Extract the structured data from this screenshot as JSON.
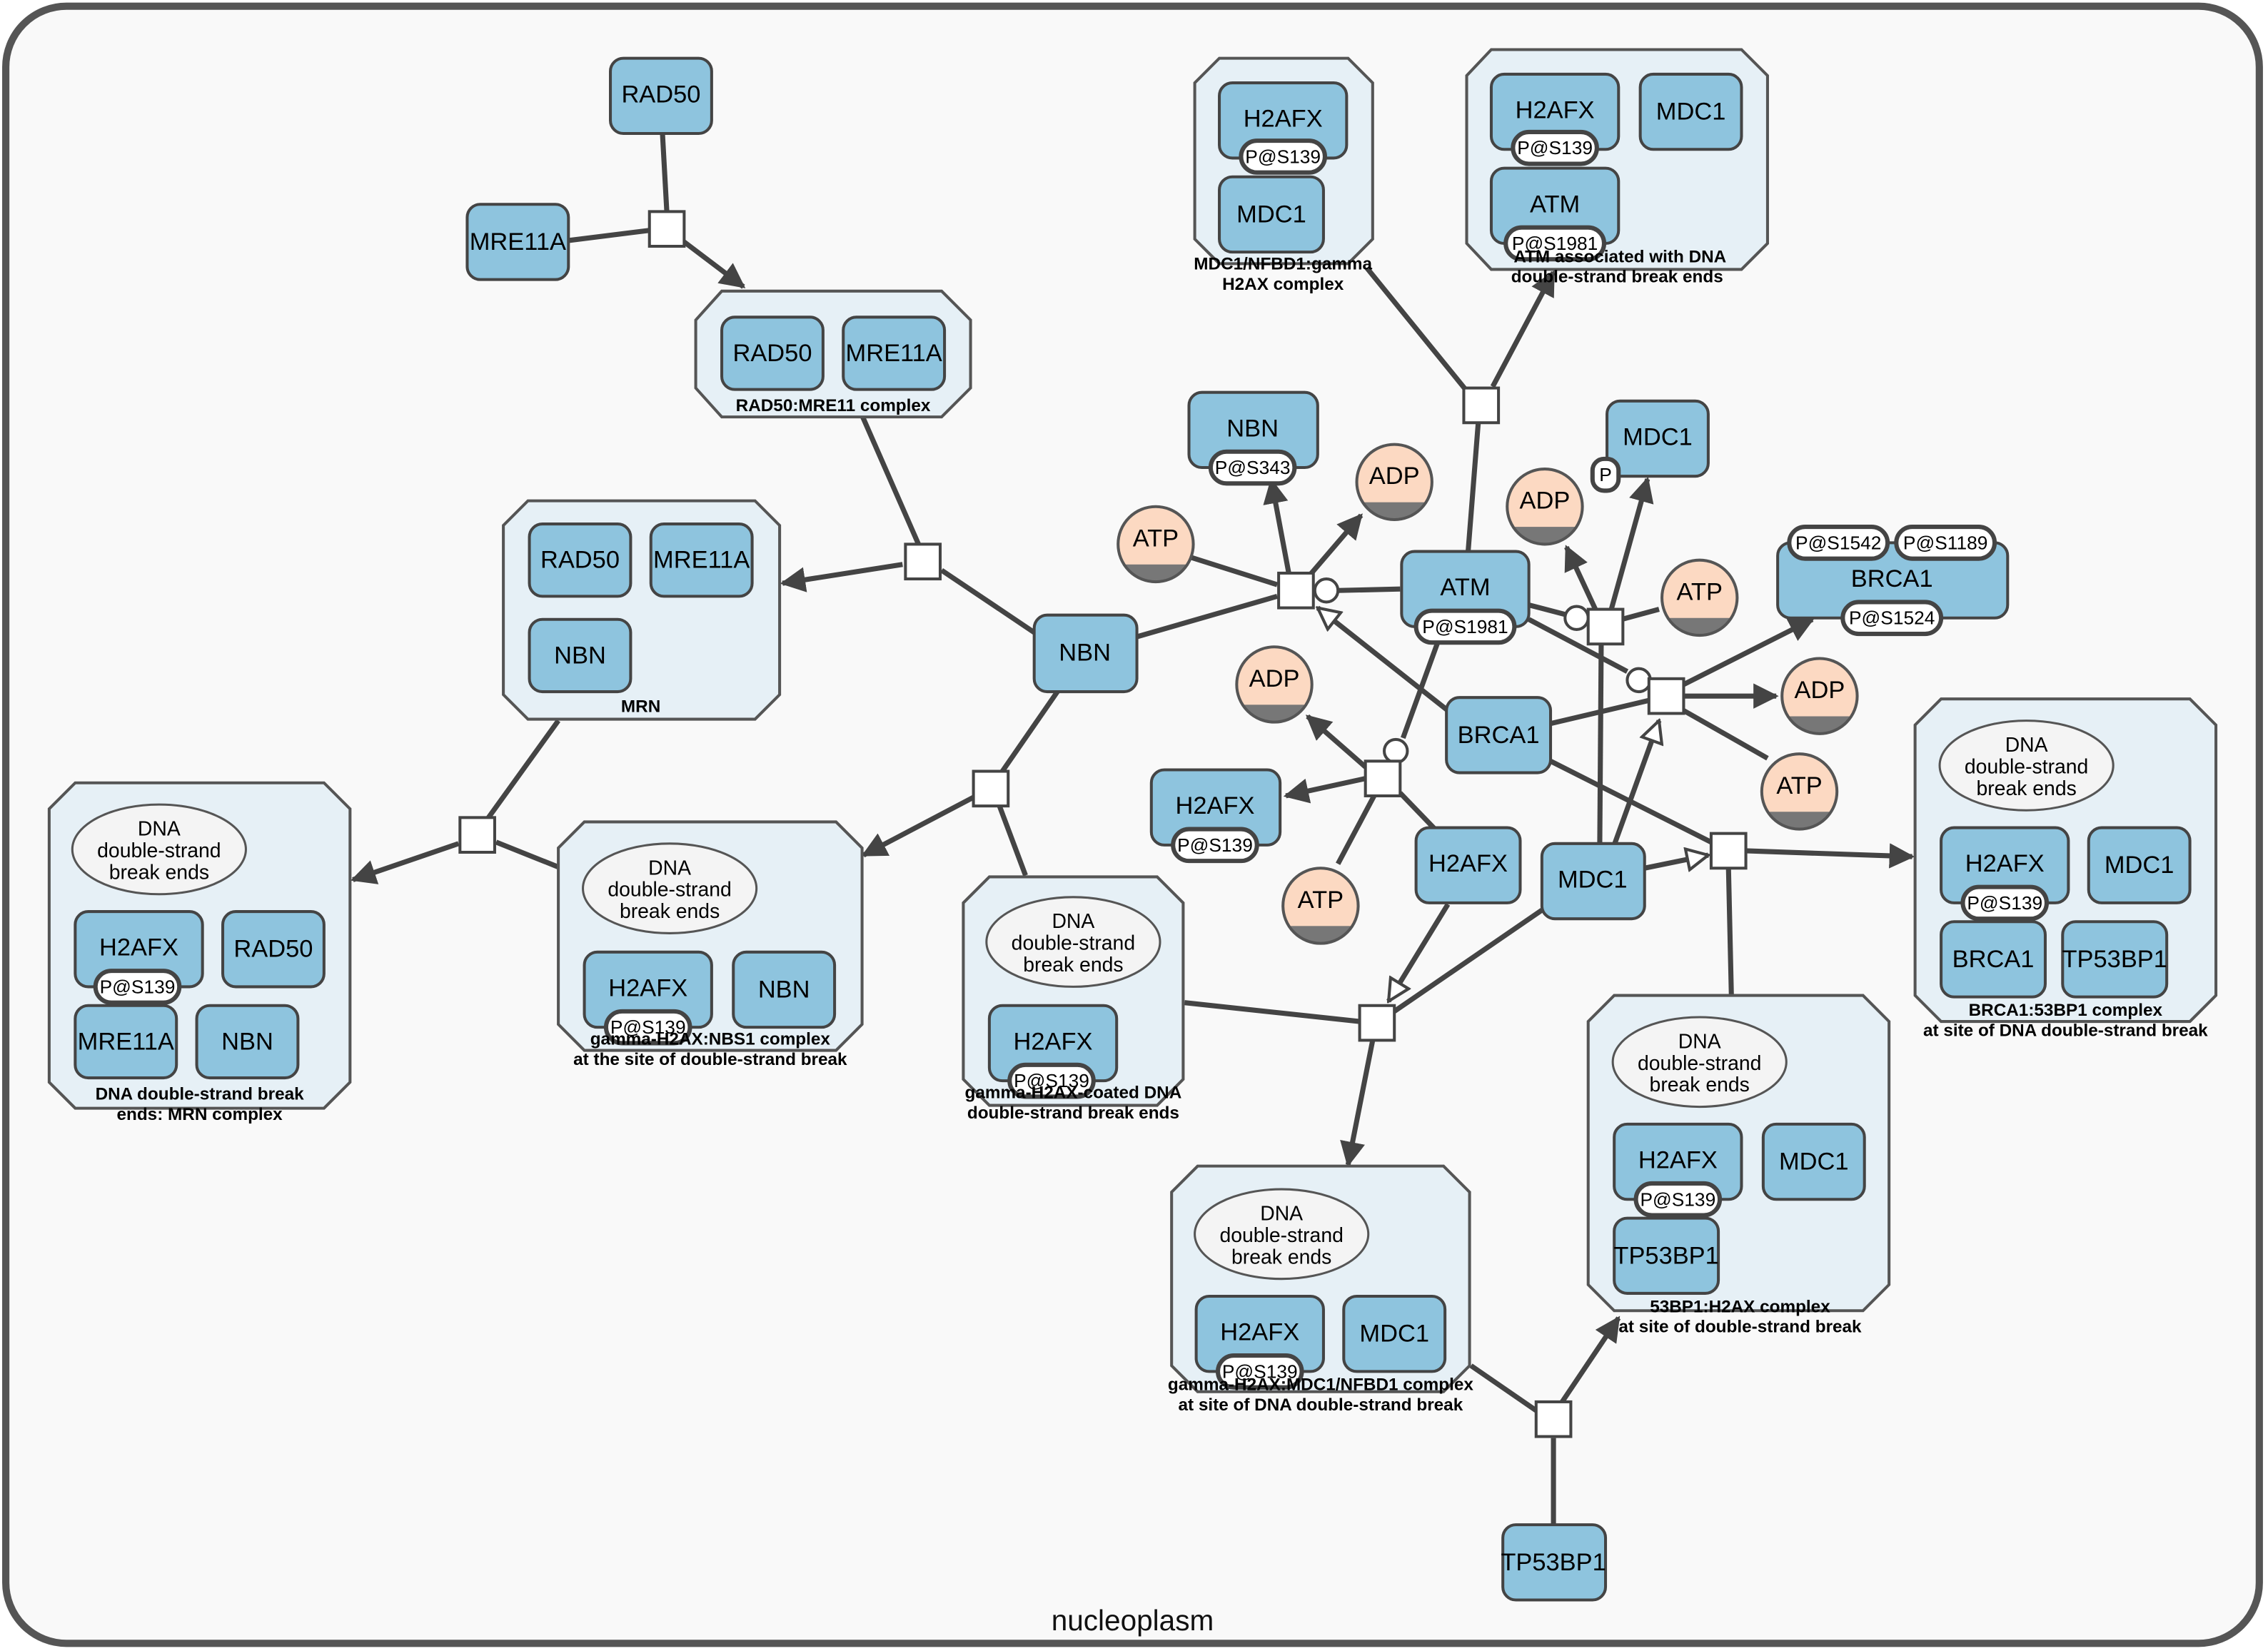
{
  "compartment": {
    "label": "nucleoplasm"
  },
  "colors": {
    "protein_fill": "#8ec4de",
    "protein_stroke": "#444444",
    "complex_fill": "#e6f0f6",
    "complex_stroke": "#555555",
    "chemical_fill": "#fcd9c2",
    "chemical_band": "#777777",
    "canvas_fill": "#f9f9f9",
    "edge": "#444444"
  },
  "complexes": {
    "rad50_mre11": {
      "label": "RAD50:MRE11 complex",
      "members": [
        "RAD50",
        "MRE11A"
      ]
    },
    "mrn": {
      "label": "MRN",
      "members": [
        "RAD50",
        "MRE11A",
        "NBN"
      ]
    },
    "dsb_mrn": {
      "label_lines": [
        "DNA double-strand break",
        "ends: MRN complex"
      ],
      "dna": [
        "DNA",
        "double-strand",
        "break ends"
      ],
      "members": [
        "H2AFX",
        "RAD50",
        "MRE11A",
        "NBN"
      ],
      "site": "P@S139"
    },
    "gh2ax_nbs1": {
      "label_lines": [
        "gamma-H2AX:NBS1 complex",
        "at the site of double-strand break"
      ],
      "dna": [
        "DNA",
        "double-strand",
        "break ends"
      ],
      "members": [
        "H2AFX",
        "NBN"
      ],
      "site": "P@S139"
    },
    "gh2ax_dsb": {
      "label_lines": [
        "gamma-H2AX-coated DNA",
        "double-strand break ends"
      ],
      "dna": [
        "DNA",
        "double-strand",
        "break ends"
      ],
      "members": [
        "H2AFX"
      ],
      "site": "P@S139"
    },
    "mdc1_gh2ax": {
      "label_lines": [
        "MDC1/NFBD1:gamma",
        "H2AX complex"
      ],
      "members": [
        "H2AFX",
        "MDC1"
      ],
      "site": "P@S139"
    },
    "atm_dsb": {
      "label_lines": [
        "ATM associated with DNA",
        "double-strand break ends"
      ],
      "members": [
        "H2AFX",
        "MDC1",
        "ATM"
      ],
      "sites": [
        "P@S139",
        "P@S1981"
      ]
    },
    "gh2ax_mdc1_dsb": {
      "label_lines": [
        "gamma-H2AX:MDC1/NFBD1 complex",
        "at site of DNA double-strand break"
      ],
      "dna": [
        "DNA",
        "double-strand",
        "break ends"
      ],
      "members": [
        "H2AFX",
        "MDC1"
      ],
      "site": "P@S139"
    },
    "tp53bp1_h2ax": {
      "label_lines": [
        "53BP1:H2AX complex",
        "at site of double-strand break"
      ],
      "dna": [
        "DNA",
        "double-strand",
        "break ends"
      ],
      "members": [
        "H2AFX",
        "MDC1",
        "TP53BP1"
      ],
      "site": "P@S139"
    },
    "brca1_53bp1": {
      "label_lines": [
        "BRCA1:53BP1 complex",
        "at site of DNA double-strand break"
      ],
      "dna": [
        "DNA",
        "double-strand",
        "break ends"
      ],
      "members": [
        "H2AFX",
        "MDC1",
        "BRCA1",
        "TP53BP1"
      ],
      "site": "P@S139"
    }
  },
  "entities": {
    "rad50": "RAD50",
    "mre11a": "MRE11A",
    "nbn_free": "NBN",
    "nbn_p": {
      "label": "NBN",
      "site": "P@S343"
    },
    "atm_p": {
      "label": "ATM",
      "site": "P@S1981"
    },
    "mdc1_p": {
      "label": "MDC1",
      "site": "P"
    },
    "brca1_p": {
      "label": "BRCA1",
      "sites": [
        "P@S1542",
        "P@S1189",
        "P@S1524"
      ]
    },
    "h2afx_p": {
      "label": "H2AFX",
      "site": "P@S139"
    },
    "h2afx": "H2AFX",
    "brca1": "BRCA1",
    "mdc1": "MDC1",
    "tp53bp1": "TP53BP1"
  },
  "chemicals": {
    "atp_1": "ATP",
    "adp_1": "ADP",
    "adp_2": "ADP",
    "atp_2": "ATP",
    "adp_3": "ADP",
    "atp_3": "ATP",
    "adp_4": "ADP",
    "atp_4": "ATP"
  }
}
